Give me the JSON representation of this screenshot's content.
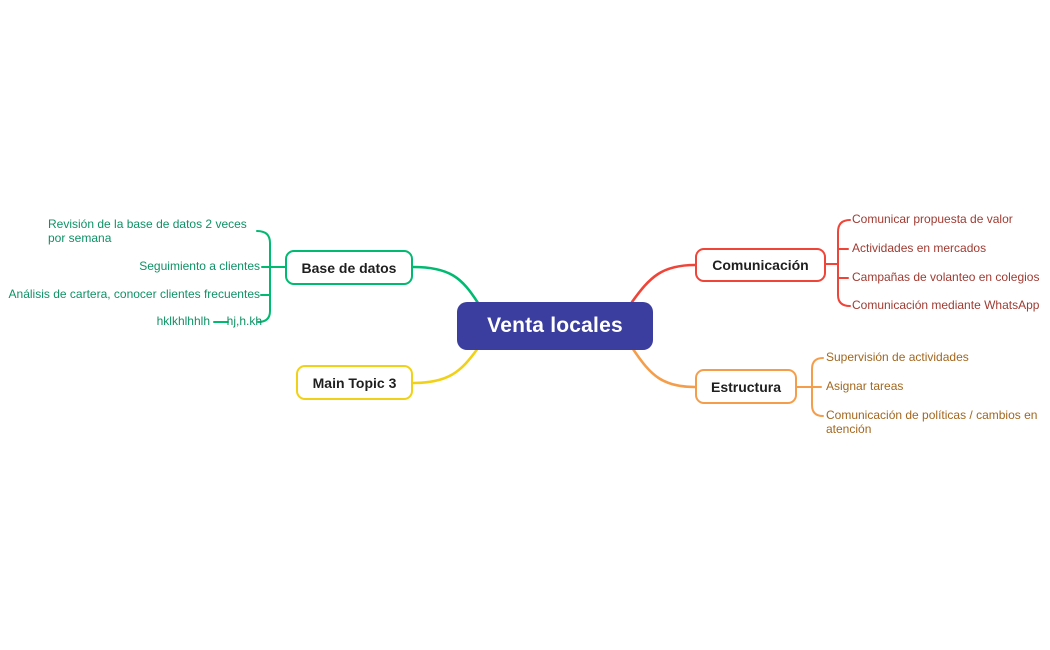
{
  "colors": {
    "background": "#ffffff",
    "primary": "#3b3e9e",
    "root_text": "#ffffff",
    "node_text": "#1f1f1f",
    "green": "#00ba71",
    "green_text": "#0f9166",
    "yellow": "#f1d117",
    "red": "#f04438",
    "red_text": "#9f3a31",
    "orange": "#f49e4c",
    "orange_text": "#a2671f"
  },
  "map": {
    "root": {
      "label": "Venta locales"
    },
    "branches": [
      {
        "id": "base-de-datos",
        "label": "Base de datos",
        "color": "#00ba71",
        "children": [
          "Revisión de la base de datos 2 veces por semana",
          "Seguimiento a clientes",
          "Análisis de cartera, conocer clientes frecuentes",
          "hj,h.kh"
        ],
        "grandchildren": [
          {
            "parent": "hj,h.kh",
            "label": "hklkhlhhlh"
          }
        ]
      },
      {
        "id": "main-topic-3",
        "label": "Main Topic 3",
        "color": "#f1d117",
        "children": []
      },
      {
        "id": "comunicacion",
        "label": "Comunicación",
        "color": "#f04438",
        "children": [
          "Comunicar propuesta de valor",
          "Actividades en mercados",
          "Campañas de volanteo en colegios",
          "Comunicación mediante WhatsApp"
        ]
      },
      {
        "id": "estructura",
        "label": "Estructura",
        "color": "#f49e4c",
        "children": [
          "Supervisión de actividades",
          "Asignar tareas",
          "Comunicación de políticas / cambios en atención"
        ]
      }
    ]
  }
}
